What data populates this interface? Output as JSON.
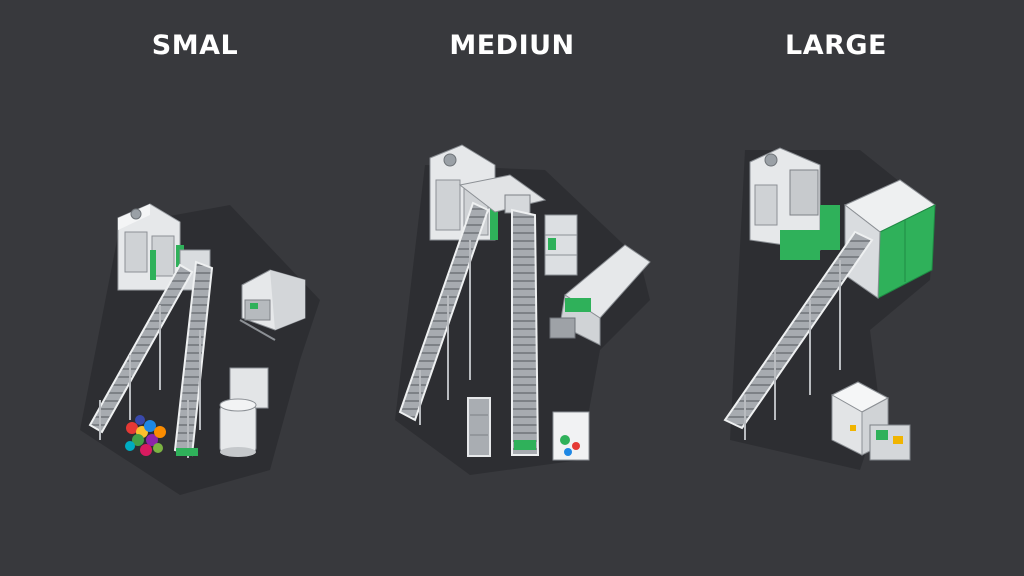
{
  "plants": [
    {
      "id": "small",
      "title": "SMAL"
    },
    {
      "id": "medium",
      "title": "MEDIUN"
    },
    {
      "id": "large",
      "title": "LARGE"
    }
  ],
  "colors": {
    "background": "#38393d",
    "floor": "#2c2d30",
    "accent_green": "#2fb15a",
    "machine_white": "#e9ebec",
    "steel": "#b9bcc0"
  }
}
